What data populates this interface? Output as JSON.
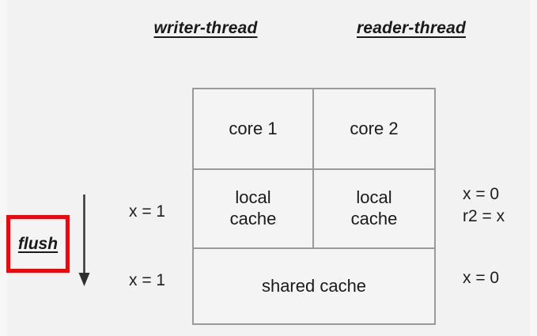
{
  "background_color": "#f2f2f2",
  "headers": {
    "writer_thread": "writer-thread",
    "reader_thread": "reader-thread"
  },
  "diagram": {
    "border_color": "#9a9a9a",
    "rows": [
      {
        "name": "cores",
        "cells": [
          "core 1",
          "core 2"
        ]
      },
      {
        "name": "local-caches",
        "cells": [
          "local\ncache",
          "local\ncache"
        ]
      },
      {
        "name": "shared",
        "cells": [
          "shared cache"
        ]
      }
    ]
  },
  "annotations": {
    "writer_local_value": "x = 1",
    "writer_shared_value": "x = 1",
    "reader_local_value": "x = 0\nr2 = x",
    "reader_shared_value": "x = 0"
  },
  "flush": {
    "label": "flush",
    "highlight_color": "#fb0007",
    "arrow_direction": "down",
    "arrow_icon": "down-arrow-icon"
  }
}
